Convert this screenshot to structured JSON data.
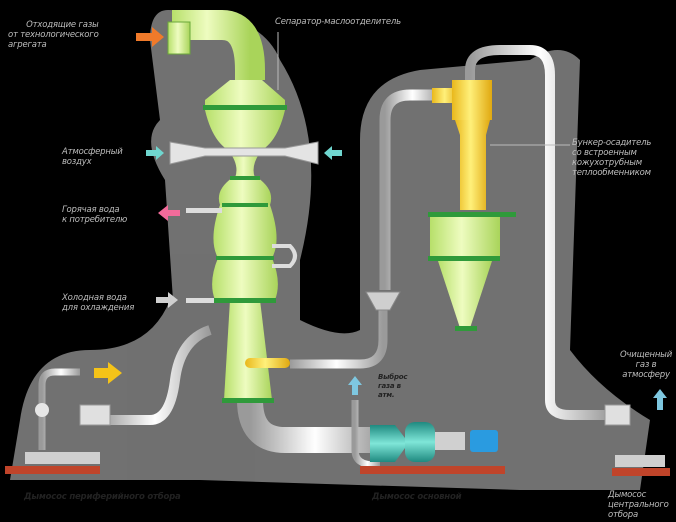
{
  "labels": {
    "gas_inlet": [
      "Отходящие газы",
      "от технологического",
      "агрегата"
    ],
    "separator": "Сепаратор-маслоотделитель",
    "atm_air": [
      "Атмосферный",
      "воздух"
    ],
    "hot_water": [
      "Горячая вода",
      "к потребителю"
    ],
    "cold_water": [
      "Холодная вода",
      "для охлаждения"
    ],
    "bunker": [
      "Бункер-осадитель",
      "со встроенным",
      "кожухотрубным",
      "теплообменником"
    ],
    "clean_gas": [
      "Очищенный",
      "газ в",
      "атмосферу"
    ],
    "emission": [
      "Выброс",
      "газа в",
      "атм."
    ],
    "fan_peripheral": "Дымосос периферийного отбора",
    "fan_main": "Дымосос основной",
    "fan_central": [
      "Дымосос",
      "центрального",
      "отбора"
    ]
  },
  "colors": {
    "background": "#000000",
    "halo": "#8a8a8a",
    "column_green": "#d4f28a",
    "band_green": "#2f9a3a",
    "cyclone_yellow": "#f5d33a",
    "pipe": "#d9d9d9",
    "arrow_orange": "#f07a2a",
    "arrow_cyan": "#6fd6cf",
    "arrow_pink": "#f26b9a",
    "arrow_yellow": "#f5c318",
    "arrow_grey": "#cfcfcf",
    "arrow_blue": "#7ec7e0",
    "fan_teal": "#3bb7a8",
    "motor_blue": "#2a9be0",
    "base_red": "#c0442a"
  }
}
